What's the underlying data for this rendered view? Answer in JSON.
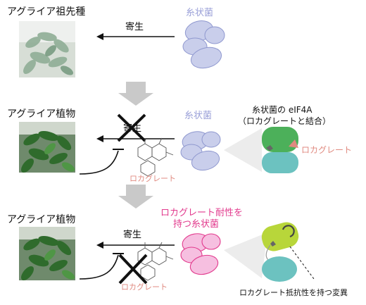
{
  "colors": {
    "fungus_normal": "#c9ceeb",
    "fungus_normal_stroke": "#8f98cf",
    "fungus_resistant": "#f6bfe0",
    "fungus_resistant_stroke": "#e23a8d",
    "pink_text": "#e23a8d",
    "salmon_text": "#e08a80",
    "elf_green": "#4cb05a",
    "elf_lime": "#b8d63a",
    "elf_teal": "#6cc2c0",
    "down_arrow": "#c9c9c9"
  },
  "row1": {
    "plant_title": "アグライア祖先種",
    "parasitism_label": "寄生",
    "fungus_label": "糸状菌"
  },
  "row2": {
    "plant_title": "アグライア植物",
    "parasitism_label": "寄生",
    "fungus_label": "糸状菌",
    "compound_label": "ロカグレート",
    "elf_title_line1": "糸状菌の eIF4A",
    "elf_title_line2": "（ロカグレートと結合）",
    "elf_bound_label": "ロカグレート"
  },
  "row3": {
    "plant_title": "アグライア植物",
    "parasitism_label": "寄生",
    "resistant_fungus_line1": "ロカグレート耐性を",
    "resistant_fungus_line2": "持つ糸状菌",
    "compound_label": "ロカグレート",
    "mutation_label": "ロカグレート抵抗性を持つ変異"
  }
}
